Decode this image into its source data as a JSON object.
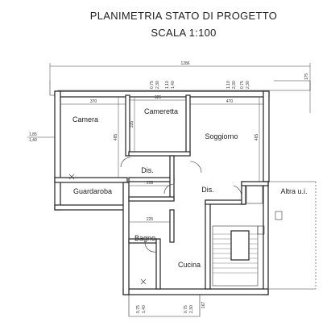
{
  "title": "PLANIMETRIA STATO DI PROGETTO",
  "scale": "SCALA 1:100",
  "rooms": {
    "camera": "Camera",
    "cameretta": "Cameretta",
    "soggiorno": "Soggiorno",
    "dis_1": "Dis.",
    "dis_2": "Dis.",
    "guardaroba": "Guardaroba",
    "altra_ui": "Altra u.i.",
    "bagno": "Bagno",
    "cucina": "Cucina"
  },
  "dimensions": {
    "overall_width": "1286",
    "right_height": "175",
    "camera_width": "370",
    "cameretta_width": "325",
    "soggiorno_width": "470",
    "camera_height": "485",
    "cameretta_height": "335",
    "soggiorno_height": "465",
    "dis_width": "208",
    "bagno_width": "225",
    "window_left_a": "1,85",
    "window_left_b": "1,40",
    "window_top_1a": "0,75",
    "window_top_1b": "2,30",
    "window_top_2a": "1,10",
    "window_top_2b": "1,40",
    "window_top_3a": "1,10",
    "window_top_3b": "2,30",
    "window_top_4a": "0,75",
    "window_top_4b": "2,30",
    "window_bot_1a": "0,75",
    "window_bot_1b": "1,40",
    "window_bot_2a": "0,75",
    "window_bot_2b": "2,30",
    "bottom_right": "167"
  }
}
